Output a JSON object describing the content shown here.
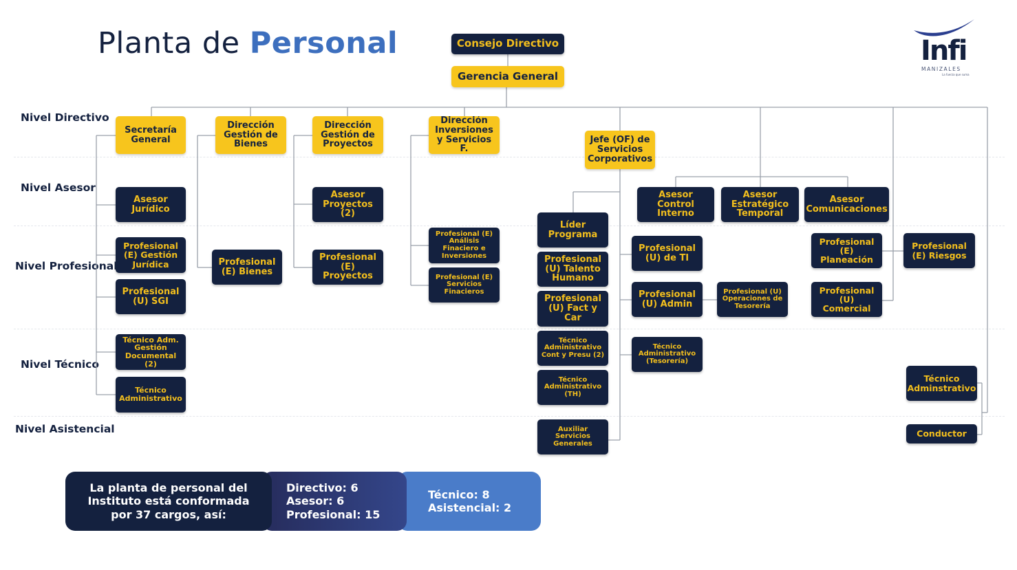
{
  "header": {
    "title_prefix": "Planta de ",
    "title_accent": "Personal"
  },
  "logo": {
    "wordmark": "Infi",
    "city": "MANIZALES",
    "tagline": "La fuerza que suma"
  },
  "levels": [
    "Nivel Directivo",
    "Nivel Asesor",
    "Nivel Profesional",
    "Nivel Técnico",
    "Nivel Asistencial"
  ],
  "top": {
    "board": "Consejo Directivo",
    "management": "Gerencia General"
  },
  "directors": {
    "secretaria": "Secretaría General",
    "bienes": "Dirección Gestión de Bienes",
    "proyectos": "Dirección Gestión de Proyectos",
    "inversiones": "Dirección Inversiones y Servicios F.",
    "corporativos": "Jefe (OF) de Servicios Corporativos"
  },
  "secretaria_unit": {
    "asesor": "Asesor Jurídico",
    "prof_juridica": "Profesional (E) Gestión Jurídica",
    "prof_sgi": "Profesional (U) SGI",
    "tec_documental": "Técnico Adm. Gestión Documental (2)",
    "tec_admin": "Técnico Administrativo"
  },
  "bienes_unit": {
    "prof_bienes": "Profesional (E) Bienes"
  },
  "proyectos_unit": {
    "asesor": "Asesor Proyectos (2)",
    "prof": "Profesional (E) Proyectos"
  },
  "inversiones_unit": {
    "prof_analisis": "Profesional (E) Análisis Finaciero e Inversiones",
    "prof_servicios": "Profesional (E) Servicios Finacieros"
  },
  "corporativos_unit": {
    "lider": "Líder Programa",
    "talento": "Profesional (U) Talento Humano",
    "fact": "Profesional (U) Fact y Car",
    "tec_cont": "Técnico Administrativo Cont y Presu (2)",
    "tec_th": "Técnico Administrativo (TH)",
    "auxiliar": "Auxiliar Servicios Generales",
    "prof_ti": "Profesional (U) de TI",
    "prof_admin": "Profesional (U) Admin",
    "tec_tesoreria": "Técnico Administrativo (Tesorería)",
    "prof_tesoreria": "Profesional (U) Operaciones de Tesorería"
  },
  "asesores": {
    "control": "Asesor Control Interno",
    "estrategico": "Asesor Estratégico Temporal",
    "comunicaciones": "Asesor Comunicaciones"
  },
  "gerencia_direct": {
    "planeacion": "Profesional (E) Planeación",
    "comercial": "Profesional (U) Comercial",
    "riesgos": "Profesional (E) Riesgos",
    "tec_admin": "Técnico Adminstrativo",
    "conductor": "Conductor"
  },
  "summary": {
    "intro": "La planta de personal del Instituto está conformada por 37 cargos, así:",
    "directivo": "Directivo: 6",
    "asesor": "Asesor: 6",
    "profesional": "Profesional: 15",
    "tecnico": "Técnico: 8",
    "asistencial": "Asistencial: 2"
  },
  "colors": {
    "navy": "#14213f",
    "gold": "#f7c51d",
    "blue": "#3d6fbe",
    "light_blue": "#4a7cc9"
  }
}
